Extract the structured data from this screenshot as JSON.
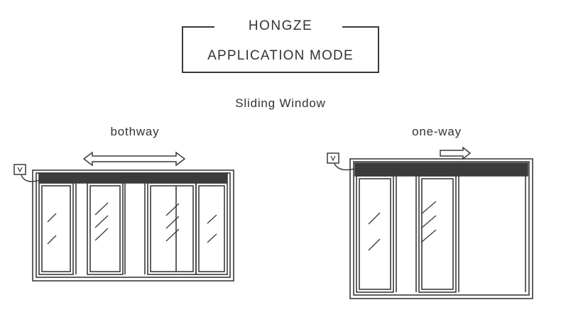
{
  "header": {
    "brand": "HONGZE",
    "mode": "APPLICATION MODE"
  },
  "subtitle": "Sliding Window",
  "diagrams": [
    {
      "label": "bothway",
      "direction": "bothway"
    },
    {
      "label": "one-way",
      "direction": "one-way"
    }
  ],
  "colors": {
    "line": "#3a3a3a",
    "motor_bar": "#3b3b3b"
  }
}
